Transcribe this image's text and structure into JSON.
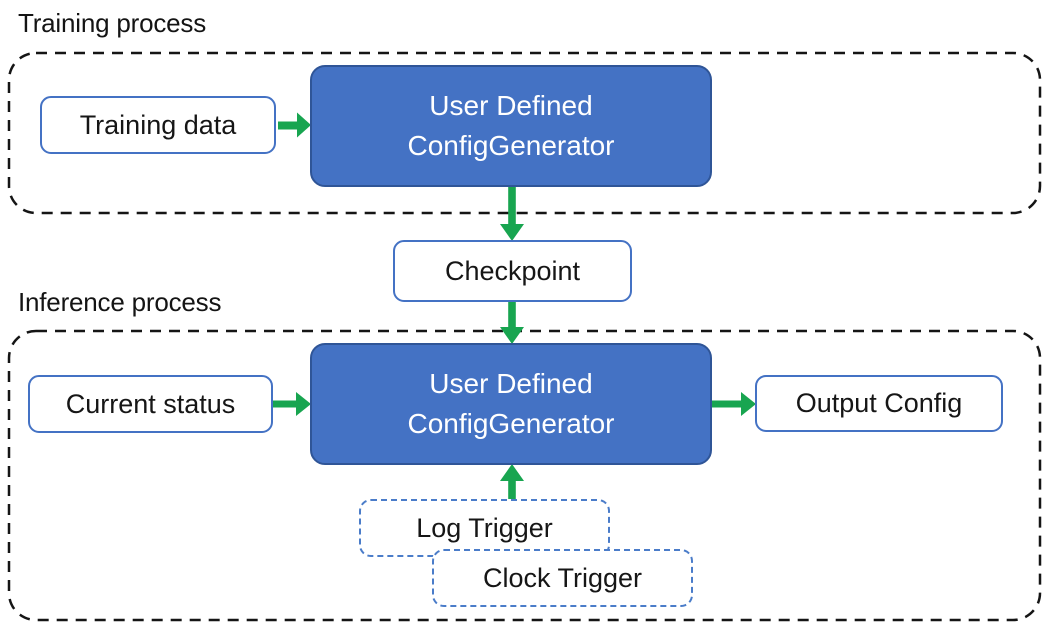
{
  "training": {
    "label": "Training process",
    "input": "Training data",
    "generator": {
      "line1": "User Defined",
      "line2": "ConfigGenerator"
    }
  },
  "checkpoint": {
    "label": "Checkpoint"
  },
  "inference": {
    "label": "Inference process",
    "input": "Current status",
    "generator": {
      "line1": "User Defined",
      "line2": "ConfigGenerator"
    },
    "output": "Output Config",
    "triggers": {
      "log": "Log Trigger",
      "clock": "Clock Trigger"
    }
  },
  "colors": {
    "generator_fill": "#4472c4",
    "generator_border": "#2f5597",
    "io_box_border": "#4472c4",
    "trigger_border": "#4a7cc9",
    "arrow_green": "#18a550",
    "container_dash": "#151515",
    "generator_text": "#ffffff",
    "body_text": "#161616"
  }
}
